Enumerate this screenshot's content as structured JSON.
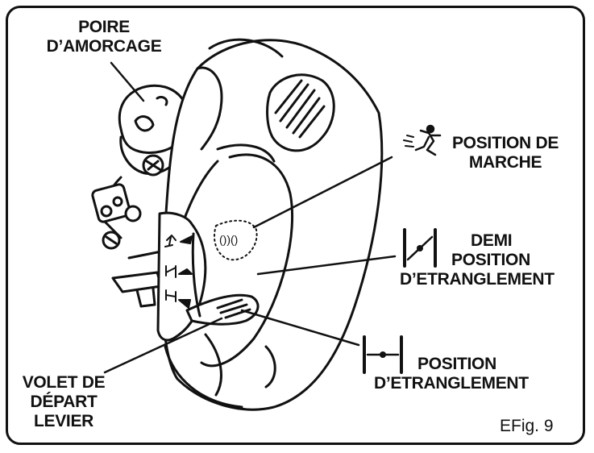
{
  "labels": {
    "primer_bulb": [
      "POIRE",
      "D’AMORCAGE"
    ],
    "run_position": [
      "POSITION DE",
      "MARCHE"
    ],
    "half_choke": [
      "DEMI",
      "POSITION",
      "D’ETRANGLEMENT"
    ],
    "full_choke": [
      "POSITION",
      "D’ETRANGLEMENT"
    ],
    "choke_lever": [
      "VOLET DE",
      "DÉPART",
      "LEVIER"
    ]
  },
  "figure_number": "EFig. 9",
  "icons": {
    "run": "running-person-icon",
    "half_choke": "half-choke-icon",
    "full_choke": "full-choke-icon"
  },
  "colors": {
    "ink": "#111111",
    "background": "#ffffff"
  }
}
